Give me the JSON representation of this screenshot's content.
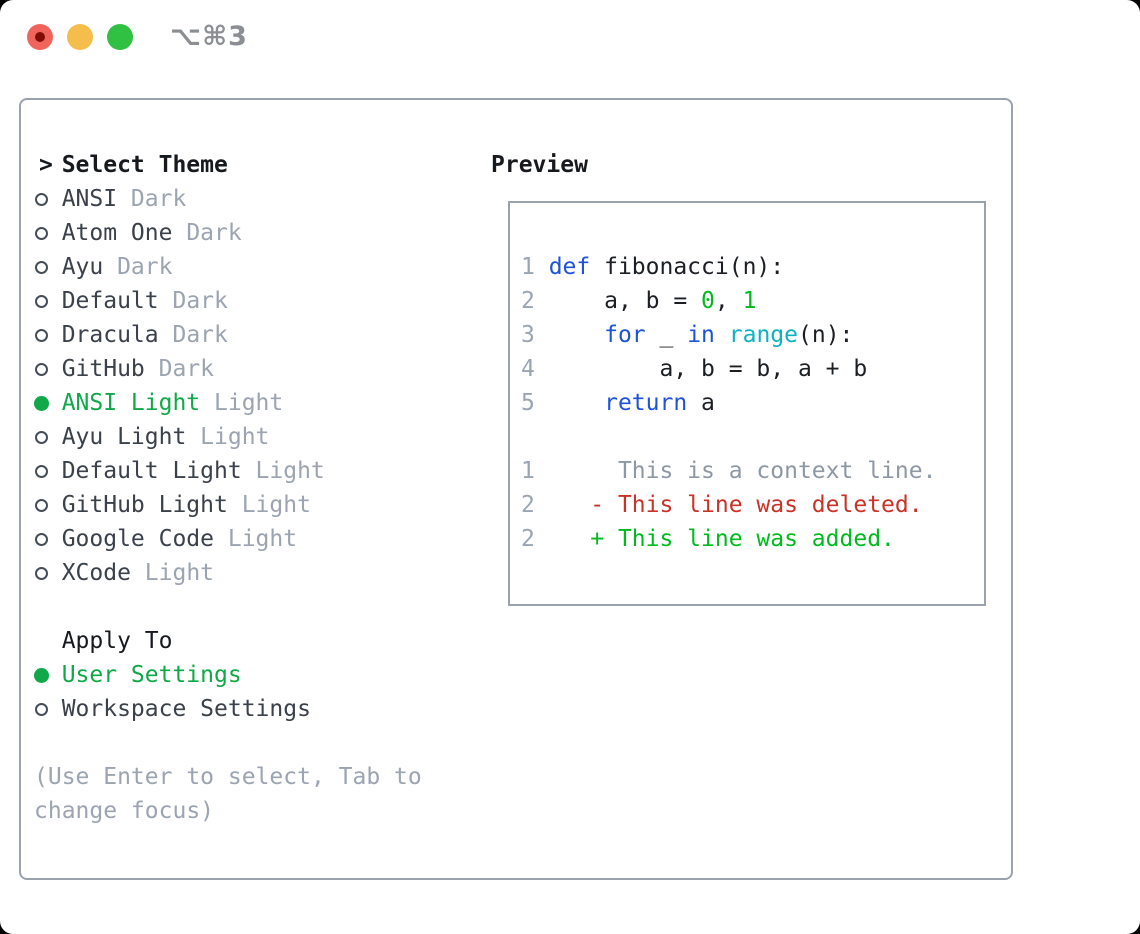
{
  "window": {
    "title": "⌥⌘3"
  },
  "traffic_lights": {
    "close": "red",
    "minimize": "yellow",
    "zoom": "green"
  },
  "theme_list": {
    "header_marker": ">",
    "header": "Select Theme",
    "items": [
      {
        "name": "ANSI",
        "tag": "Dark",
        "selected": false
      },
      {
        "name": "Atom One",
        "tag": "Dark",
        "selected": false
      },
      {
        "name": "Ayu",
        "tag": "Dark",
        "selected": false
      },
      {
        "name": "Default",
        "tag": "Dark",
        "selected": false
      },
      {
        "name": "Dracula",
        "tag": "Dark",
        "selected": false
      },
      {
        "name": "GitHub",
        "tag": "Dark",
        "selected": false
      },
      {
        "name": "ANSI Light",
        "tag": "Light",
        "selected": true
      },
      {
        "name": "Ayu Light",
        "tag": "Light",
        "selected": false
      },
      {
        "name": "Default Light",
        "tag": "Light",
        "selected": false
      },
      {
        "name": "GitHub Light",
        "tag": "Light",
        "selected": false
      },
      {
        "name": "Google Code",
        "tag": "Light",
        "selected": false
      },
      {
        "name": "XCode",
        "tag": "Light",
        "selected": false
      }
    ]
  },
  "apply_to": {
    "header": "Apply To",
    "options": [
      {
        "label": "User Settings",
        "selected": true
      },
      {
        "label": "Workspace Settings",
        "selected": false
      }
    ]
  },
  "help_text": [
    "(Use Enter to select, Tab to",
    "change focus)"
  ],
  "preview": {
    "header": "Preview",
    "code_lines": [
      [
        {
          "t": "1 ",
          "s": "num"
        },
        {
          "t": "def",
          "s": "kw"
        },
        {
          "t": " fibonacci(n):",
          "s": "fg"
        }
      ],
      [
        {
          "t": "2",
          "s": "num"
        },
        {
          "t": "     a, b = ",
          "s": "fg"
        },
        {
          "t": "0",
          "s": "lit"
        },
        {
          "t": ", ",
          "s": "fg"
        },
        {
          "t": "1",
          "s": "lit"
        }
      ],
      [
        {
          "t": "3",
          "s": "num"
        },
        {
          "t": "     ",
          "s": "fg"
        },
        {
          "t": "for",
          "s": "kw"
        },
        {
          "t": " _ ",
          "s": "fg"
        },
        {
          "t": "in",
          "s": "kw"
        },
        {
          "t": " ",
          "s": "fg"
        },
        {
          "t": "range",
          "s": "fn"
        },
        {
          "t": "(n):",
          "s": "fg"
        }
      ],
      [
        {
          "t": "4",
          "s": "num"
        },
        {
          "t": "         a, b = b, a + b",
          "s": "fg"
        }
      ],
      [
        {
          "t": "5",
          "s": "num"
        },
        {
          "t": "     ",
          "s": "fg"
        },
        {
          "t": "return",
          "s": "kw"
        },
        {
          "t": " a",
          "s": "fg"
        }
      ],
      [],
      [
        {
          "t": "1",
          "s": "num"
        },
        {
          "t": "      This is a context line.",
          "s": "ctx"
        }
      ],
      [
        {
          "t": "2",
          "s": "num"
        },
        {
          "t": "    ",
          "s": "fg"
        },
        {
          "t": "- This line was deleted.",
          "s": "del"
        }
      ],
      [
        {
          "t": "2",
          "s": "num"
        },
        {
          "t": "    ",
          "s": "fg"
        },
        {
          "t": "+ This line was added.",
          "s": "add"
        }
      ]
    ]
  },
  "colors": {
    "accent_green": "#10a848",
    "code_green": "#00ba1e",
    "diff_red": "#ca3227",
    "code_blue": "#1d53d8",
    "code_cyan": "#0cb2c4",
    "header_text": "#16191d",
    "item_text": "#3a414b",
    "ring_color": "#454d57",
    "code_fg": "#1b1e23",
    "muted_gray": "#9ba4b0",
    "context_gray": "#8e98a4",
    "line_number_gray": "#9aa5b3",
    "border_gray": "#9aa2ae",
    "titlebar_gray": "#8b8e92",
    "traffic_red": "#f0655b",
    "traffic_red_dot": "#820c06",
    "traffic_yellow": "#f5bd4c",
    "traffic_green": "#30c142"
  }
}
